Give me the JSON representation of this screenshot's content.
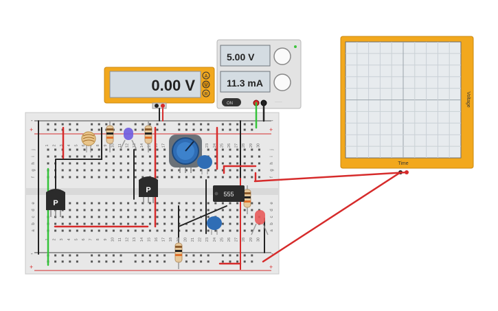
{
  "multimeter": {
    "reading": "0.00 V",
    "modes": [
      "A",
      "V",
      "R"
    ]
  },
  "power_supply": {
    "voltage": "5.00 V",
    "current": "11.3 mA",
    "on_button_label": "ON"
  },
  "oscilloscope": {
    "x_label": "Time",
    "y_label": "Voltage"
  },
  "breadboard": {
    "column_numbers": [
      "1",
      "2",
      "3",
      "4",
      "5",
      "6",
      "7",
      "8",
      "9",
      "10",
      "11",
      "12",
      "13",
      "14",
      "15",
      "16",
      "17",
      "18",
      "19",
      "20",
      "21",
      "22",
      "23",
      "24",
      "25",
      "26",
      "27",
      "28",
      "29",
      "30"
    ],
    "row_letters_top": [
      "j",
      "i",
      "h",
      "g",
      "f"
    ],
    "row_letters_bottom": [
      "e",
      "d",
      "c",
      "b",
      "a"
    ],
    "rail_plus": "+",
    "rail_minus": "-"
  },
  "components": {
    "transistor_label": "P",
    "ic_label": "555"
  },
  "colors": {
    "frame_orange": "#f2a81d",
    "wire_red": "#d62b2b",
    "wire_black": "#222222",
    "wire_green": "#34c33a",
    "pot_blue": "#2f6db5",
    "cap_blue": "#2f6db5",
    "led_purple": "#6f5ce0",
    "led_red": "#e85a5a"
  }
}
